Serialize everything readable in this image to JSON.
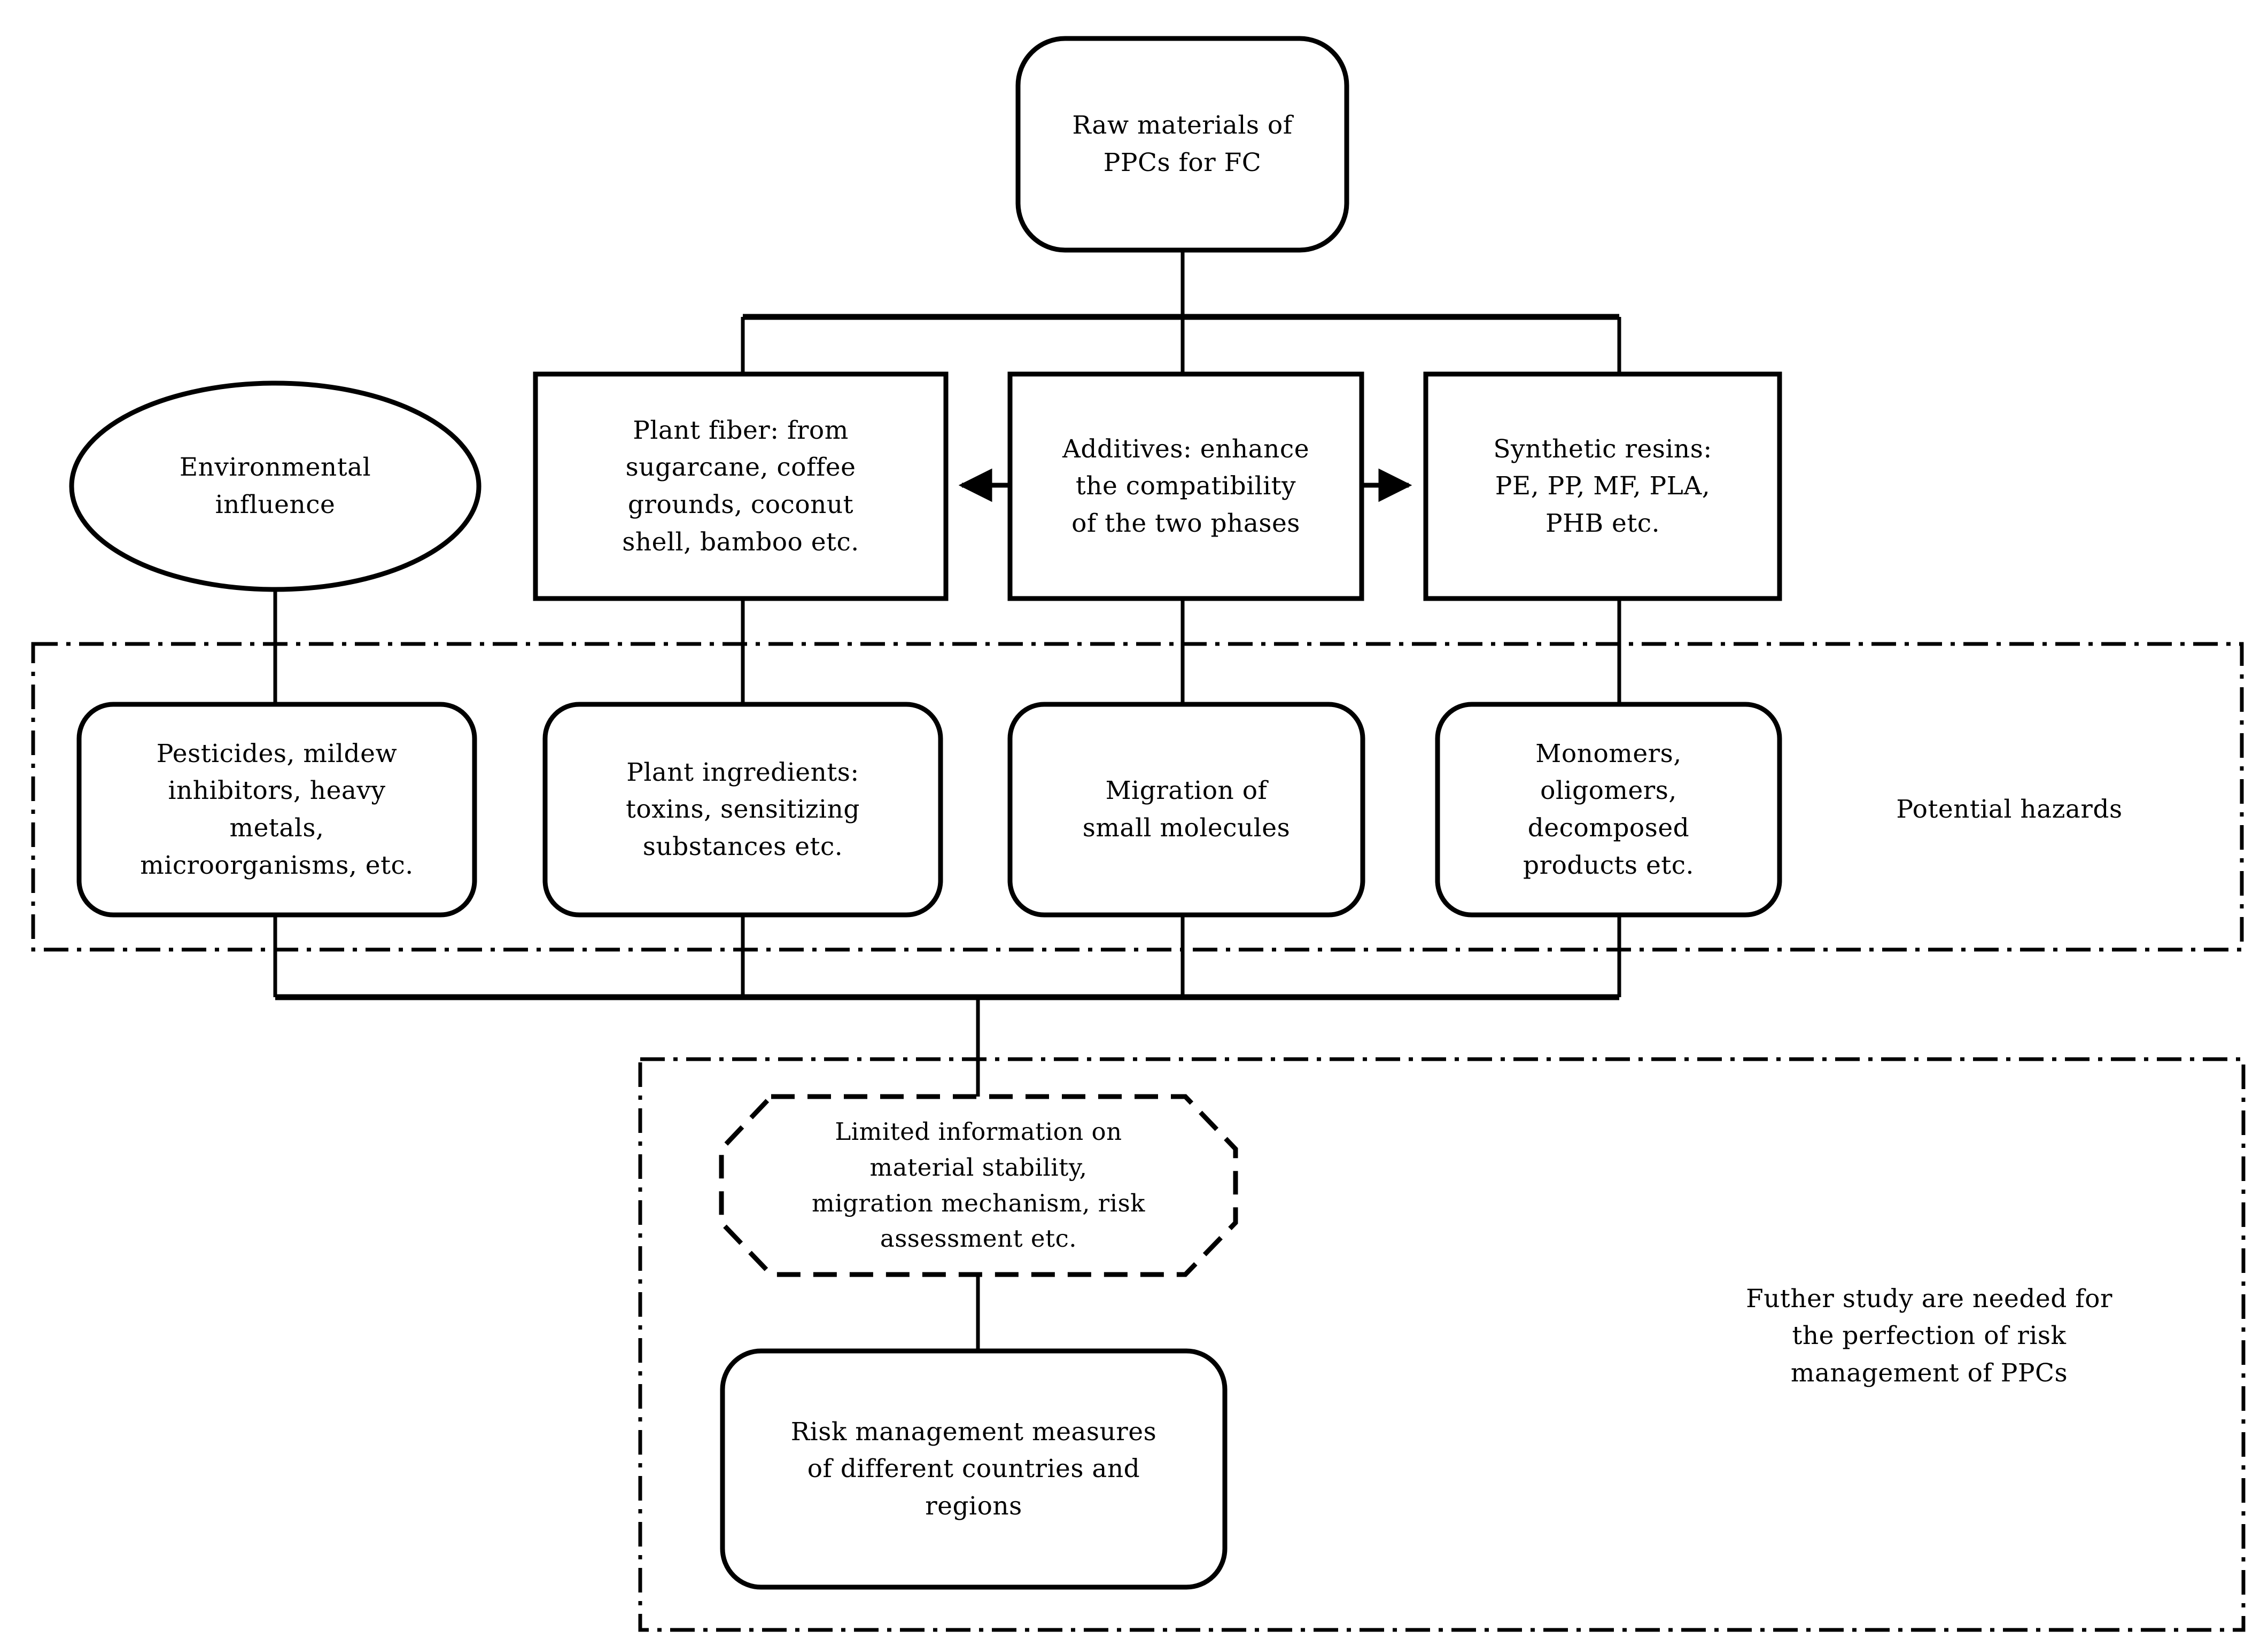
{
  "diagram": {
    "title_node": {
      "label": "Raw materials of\nPPCs for FC"
    },
    "side_node": {
      "label": "Environmental\ninfluence"
    },
    "materials_row": [
      {
        "label": "Plant fiber: from\nsugarcane, coffee\ngrounds,  coconut\nshell,  bamboo etc."
      },
      {
        "label": "Additives: enhance\nthe compatibility\nof the two phases"
      },
      {
        "label": "Synthetic resins:\nPE, PP, MF, PLA,\nPHB etc."
      }
    ],
    "hazards_group": {
      "caption": "Potential hazards",
      "items": [
        {
          "label": "Pesticides, mildew\ninhibitors, heavy\nmetals,\nmicroorganisms, etc."
        },
        {
          "label": "Plant ingredients:\ntoxins,  sensitizing\nsubstances etc."
        },
        {
          "label": "Migration of\nsmall molecules"
        },
        {
          "label": "Monomers,\noligomers,\ndecomposed\nproducts etc."
        }
      ]
    },
    "future_group": {
      "caption": "Futher study are needed for\nthe perfection of risk\nmanagement of PPCs",
      "gap_node": {
        "label": "Limited information on\nmaterial stability,\nmigration mechanism, risk\nassessment etc."
      },
      "measures_node": {
        "label": "Risk management measures\nof different countries and\nregions"
      }
    },
    "colors": {
      "stroke": "#000000",
      "background": "#ffffff"
    }
  }
}
